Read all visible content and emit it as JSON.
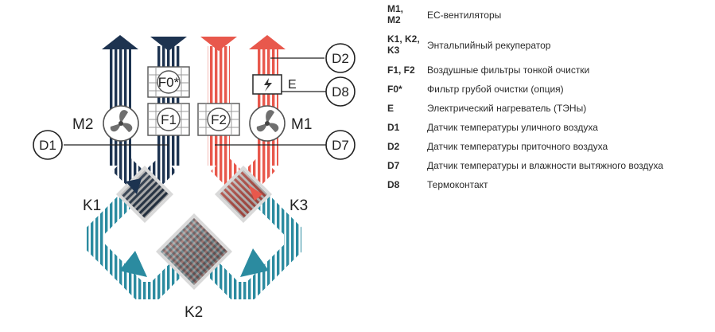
{
  "diagram": {
    "labels": {
      "M2": "M2",
      "M1": "M1",
      "K1": "K1",
      "K2": "K2",
      "K3": "K3",
      "E": "E"
    },
    "filters": {
      "F0": "F0*",
      "F1": "F1",
      "F2": "F2"
    },
    "sensors": {
      "D1": "D1",
      "D2": "D2",
      "D7": "D7",
      "D8": "D8"
    },
    "colors": {
      "exhaust": "#1d3350",
      "supply": "#e8584c",
      "outdoor": "#2b8ba0",
      "grey": "#8a8a8a",
      "dark": "#2a2a2a"
    }
  },
  "legend": [
    {
      "code": "M1,\nM2",
      "text": "ЕС-вентиляторы"
    },
    {
      "code": "K1, K2,\nK3",
      "text": "Энтальпийный рекуператор"
    },
    {
      "code": "F1, F2",
      "text": "Воздушные фильтры тонкой очистки"
    },
    {
      "code": "F0*",
      "text": "Фильтр грубой очистки (опция)"
    },
    {
      "code": "E",
      "text": "Электрический нагреватель (ТЭНы)"
    },
    {
      "code": "D1",
      "text": "Датчик температуры уличного воздуха"
    },
    {
      "code": "D2",
      "text": "Датчик температуры приточного воздуха"
    },
    {
      "code": "D7",
      "text": "Датчик температуры и влажности вытяжного воздуха"
    },
    {
      "code": "D8",
      "text": "Термоконтакт"
    }
  ]
}
